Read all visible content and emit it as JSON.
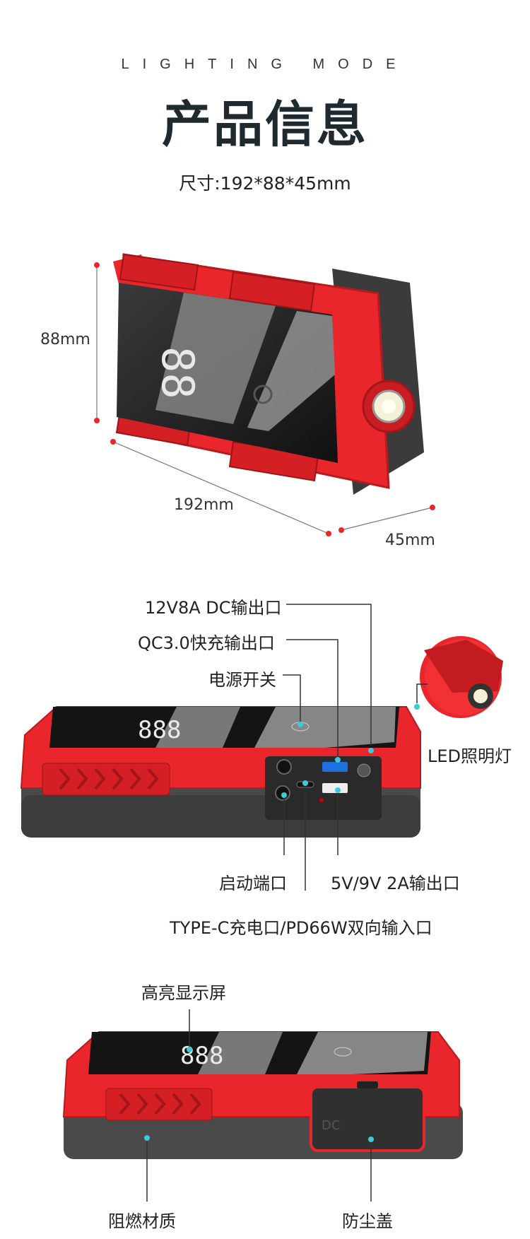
{
  "header": {
    "eyebrow": "LIGHTING MODE",
    "title": "产品信息",
    "dimensions": "尺寸:192*88*45mm"
  },
  "dimension_labels": {
    "height": "88mm",
    "length": "192mm",
    "depth": "45mm"
  },
  "ports_callouts": {
    "dc_output": "12V8A DC输出口",
    "qc_output": "QC3.0快充输出口",
    "power_switch": "电源开关",
    "led_light": "LED照明灯",
    "start_port": "启动端口",
    "usb_output": "5V/9V 2A输出口",
    "typec_port": "TYPE-C充电口/PD66W双向输入口"
  },
  "front_callouts": {
    "display": "高亮显示屏",
    "material": "阻燃材质",
    "dust_cover": "防尘盖"
  },
  "colors": {
    "body_red": "#e8262b",
    "dark_grey": "#4a4a4a",
    "callout_dot": "#3ec8d8"
  }
}
